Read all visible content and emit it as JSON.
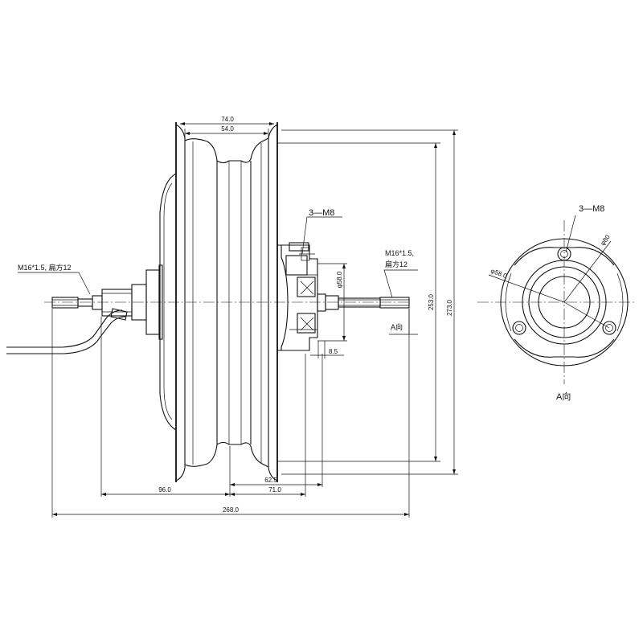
{
  "side_view": {
    "dimensions": {
      "rim_width": "74.0",
      "rim_inner_width": "54.0",
      "flange_diameter": "φ58.0",
      "flange_offset": "8.5",
      "inner_height": "253.0",
      "outer_height": "273.0",
      "left_offset": "96.0",
      "center_offset": "62.5",
      "right_offset": "71.0",
      "total_length": "268.0"
    },
    "labels": {
      "bolt_callout": "3—M8",
      "left_thread": "M16*1.5, 扁方12",
      "right_thread_line1": "M16*1.5,",
      "right_thread_line2": "扁方12",
      "view_arrow": "A向"
    }
  },
  "end_view": {
    "bolt_callout": "3—M8",
    "bolt_circle": "φ80",
    "flange_diameter": "φ58.0",
    "title": "A向"
  }
}
